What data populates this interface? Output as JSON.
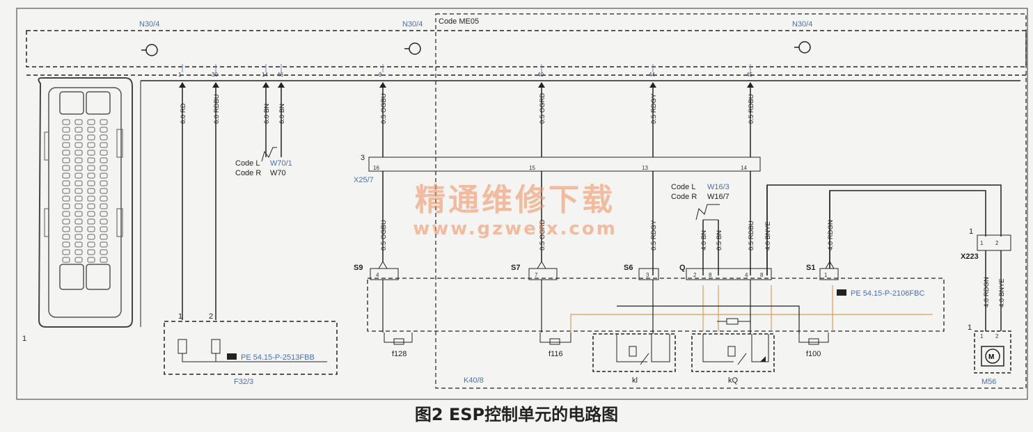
{
  "diagram": {
    "module_labels": [
      "N30/4",
      "N30/4",
      "N30/4"
    ],
    "code_me05": "Code ME05",
    "connector_1": "1",
    "pins_top": [
      {
        "pin": "1",
        "wire": "6.0 RD"
      },
      {
        "pin": "30",
        "wire": "6.0 RDBU"
      },
      {
        "pin": "14",
        "wire": "6.0 BN"
      },
      {
        "pin": "46",
        "wire": "6.0 BN"
      },
      {
        "pin": "9",
        "wire": "0.5 OGBU"
      },
      {
        "pin": "40",
        "wire": "0.5 OGRD"
      },
      {
        "pin": "44",
        "wire": "0.5 RDGY"
      },
      {
        "pin": "45",
        "wire": "0.5 RDBU"
      }
    ],
    "code_w70": {
      "l_label": "Code L",
      "l_value": "W70/1",
      "r_label": "Code R",
      "r_value": "W70"
    },
    "code_w16": {
      "l_label": "Code L",
      "l_value": "W16/3",
      "r_label": "Code R",
      "r_value": "W16/7"
    },
    "x25": {
      "label": "X25/7",
      "num": "3",
      "pins": [
        "16",
        "15",
        "13",
        "14"
      ]
    },
    "lower_wires": [
      "0.5 OGBU",
      "0.5 OGRD",
      "0.5 RDGY",
      "4.0 BN",
      "0.5 BN",
      "0.5 RDBU",
      "4.0 BNYE",
      "4.0 RDGN"
    ],
    "switches": [
      "S9",
      "S7",
      "S6",
      "Q",
      "S1"
    ],
    "switch_pins": [
      "4",
      "7",
      "3",
      "2",
      "8",
      "4",
      "8",
      "1"
    ],
    "fuses": [
      "f128",
      "f116",
      "kl",
      "kQ",
      "f100"
    ],
    "f32": {
      "label": "F32/3",
      "ref": "PE 54.15-P-2513FBB",
      "pins": [
        "1",
        "2"
      ]
    },
    "k40": {
      "label": "K40/8",
      "ref": "PE 54.15-P-2106FBC"
    },
    "x223": {
      "label": "X223",
      "num": "1",
      "pins": [
        "1",
        "2"
      ],
      "wires": [
        "4.0 RDGN",
        "4.0 BNYE"
      ]
    },
    "m56": {
      "label": "M56",
      "num": "1",
      "pins": [
        "1",
        "2"
      ]
    }
  },
  "watermark": {
    "text": "精通维修下载",
    "url": "www.gzweix.com"
  },
  "caption": "图2 ESP控制单元的电路图"
}
